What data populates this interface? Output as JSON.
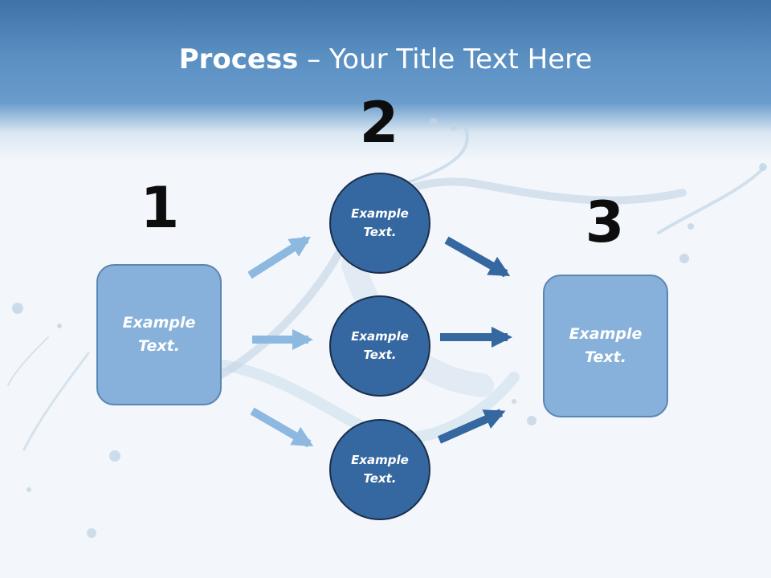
{
  "title": {
    "bold": "Process",
    "rest": " – Your Title Text Here"
  },
  "steps": {
    "one": {
      "number": "1",
      "line1": "Example",
      "line2": "Text."
    },
    "two": {
      "number": "2",
      "circles": [
        {
          "line1": "Example",
          "line2": "Text."
        },
        {
          "line1": "Example",
          "line2": "Text."
        },
        {
          "line1": "Example",
          "line2": "Text."
        }
      ]
    },
    "three": {
      "number": "3",
      "line1": "Example",
      "line2": "Text."
    }
  },
  "colors": {
    "light_arrow": "#8db8e0",
    "dark_arrow": "#3567a0",
    "box_fill": "#87b1da",
    "circle_fill": "#3567a0"
  }
}
